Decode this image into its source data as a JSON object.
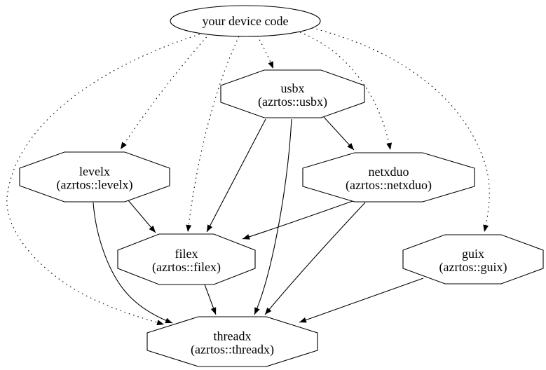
{
  "diagram": {
    "background_color": "#ffffff",
    "stroke_color": "#000000",
    "nodes": [
      {
        "id": "device",
        "label": "your device code",
        "sublabel": "",
        "shape": "ellipse"
      },
      {
        "id": "usbx",
        "label": "usbx",
        "sublabel": "(azrtos::usbx)",
        "shape": "octagon"
      },
      {
        "id": "levelx",
        "label": "levelx",
        "sublabel": "(azrtos::levelx)",
        "shape": "octagon"
      },
      {
        "id": "netxduo",
        "label": "netxduo",
        "sublabel": "(azrtos::netxduo)",
        "shape": "octagon"
      },
      {
        "id": "filex",
        "label": "filex",
        "sublabel": "(azrtos::filex)",
        "shape": "octagon"
      },
      {
        "id": "guix",
        "label": "guix",
        "sublabel": "(azrtos::guix)",
        "shape": "octagon"
      },
      {
        "id": "threadx",
        "label": "threadx",
        "sublabel": "(azrtos::threadx)",
        "shape": "octagon"
      }
    ],
    "edges": [
      {
        "from": "device",
        "to": "usbx",
        "style": "dotted"
      },
      {
        "from": "device",
        "to": "levelx",
        "style": "dotted"
      },
      {
        "from": "device",
        "to": "netxduo",
        "style": "dotted"
      },
      {
        "from": "device",
        "to": "guix",
        "style": "dotted"
      },
      {
        "from": "device",
        "to": "filex",
        "style": "dotted"
      },
      {
        "from": "device",
        "to": "threadx",
        "style": "dotted"
      },
      {
        "from": "usbx",
        "to": "netxduo",
        "style": "solid"
      },
      {
        "from": "usbx",
        "to": "filex",
        "style": "solid"
      },
      {
        "from": "usbx",
        "to": "threadx",
        "style": "solid"
      },
      {
        "from": "levelx",
        "to": "filex",
        "style": "solid"
      },
      {
        "from": "levelx",
        "to": "threadx",
        "style": "solid"
      },
      {
        "from": "netxduo",
        "to": "filex",
        "style": "solid"
      },
      {
        "from": "netxduo",
        "to": "threadx",
        "style": "solid"
      },
      {
        "from": "guix",
        "to": "threadx",
        "style": "solid"
      },
      {
        "from": "filex",
        "to": "threadx",
        "style": "solid"
      }
    ]
  }
}
